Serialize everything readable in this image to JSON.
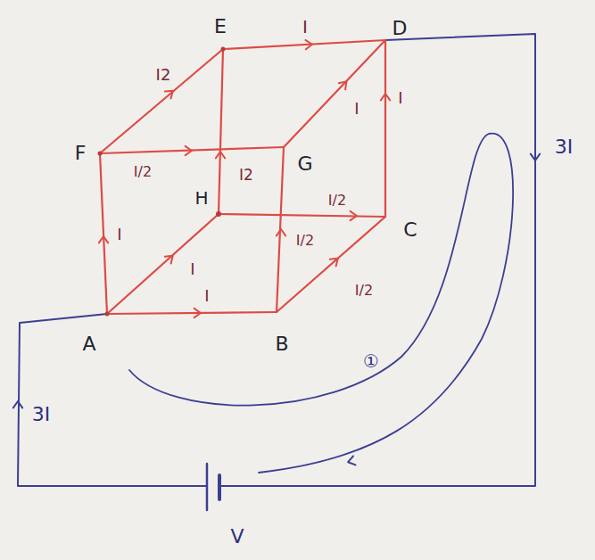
{
  "diagram": {
    "labels": [
      "E",
      "I",
      "D",
      "I2",
      "I",
      "I",
      "3I",
      "F",
      "I/2",
      "H",
      "I2",
      "G",
      "I/2",
      "C",
      "I",
      "I/2",
      "I",
      "I/2",
      "I",
      "A",
      "B",
      "①",
      "3I",
      "V"
    ]
  }
}
